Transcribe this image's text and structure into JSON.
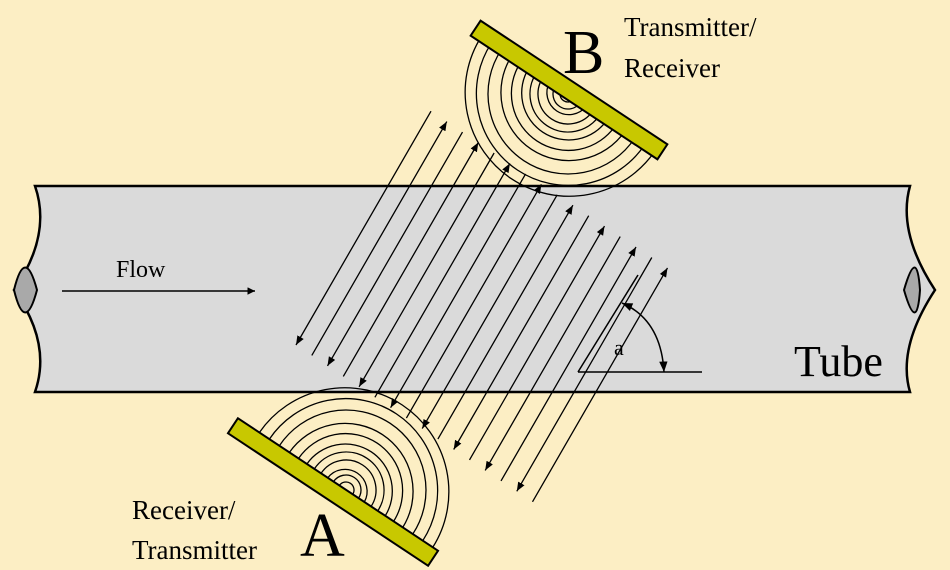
{
  "labels": {
    "flow": "Flow",
    "tube": "Tube",
    "angle": "a",
    "transducer_b_letter": "B",
    "transducer_b_role_line1": "Transmitter/",
    "transducer_b_role_line2": "Receiver",
    "transducer_a_letter": "A",
    "transducer_a_role_line1": "Receiver/",
    "transducer_a_role_line2": "Transmitter"
  },
  "colors": {
    "background": "#FCEEC4",
    "tube_fill": "#DADADA",
    "end_cap": "#A9A9A9",
    "transducer": "#C8C800",
    "stroke": "#000000"
  }
}
